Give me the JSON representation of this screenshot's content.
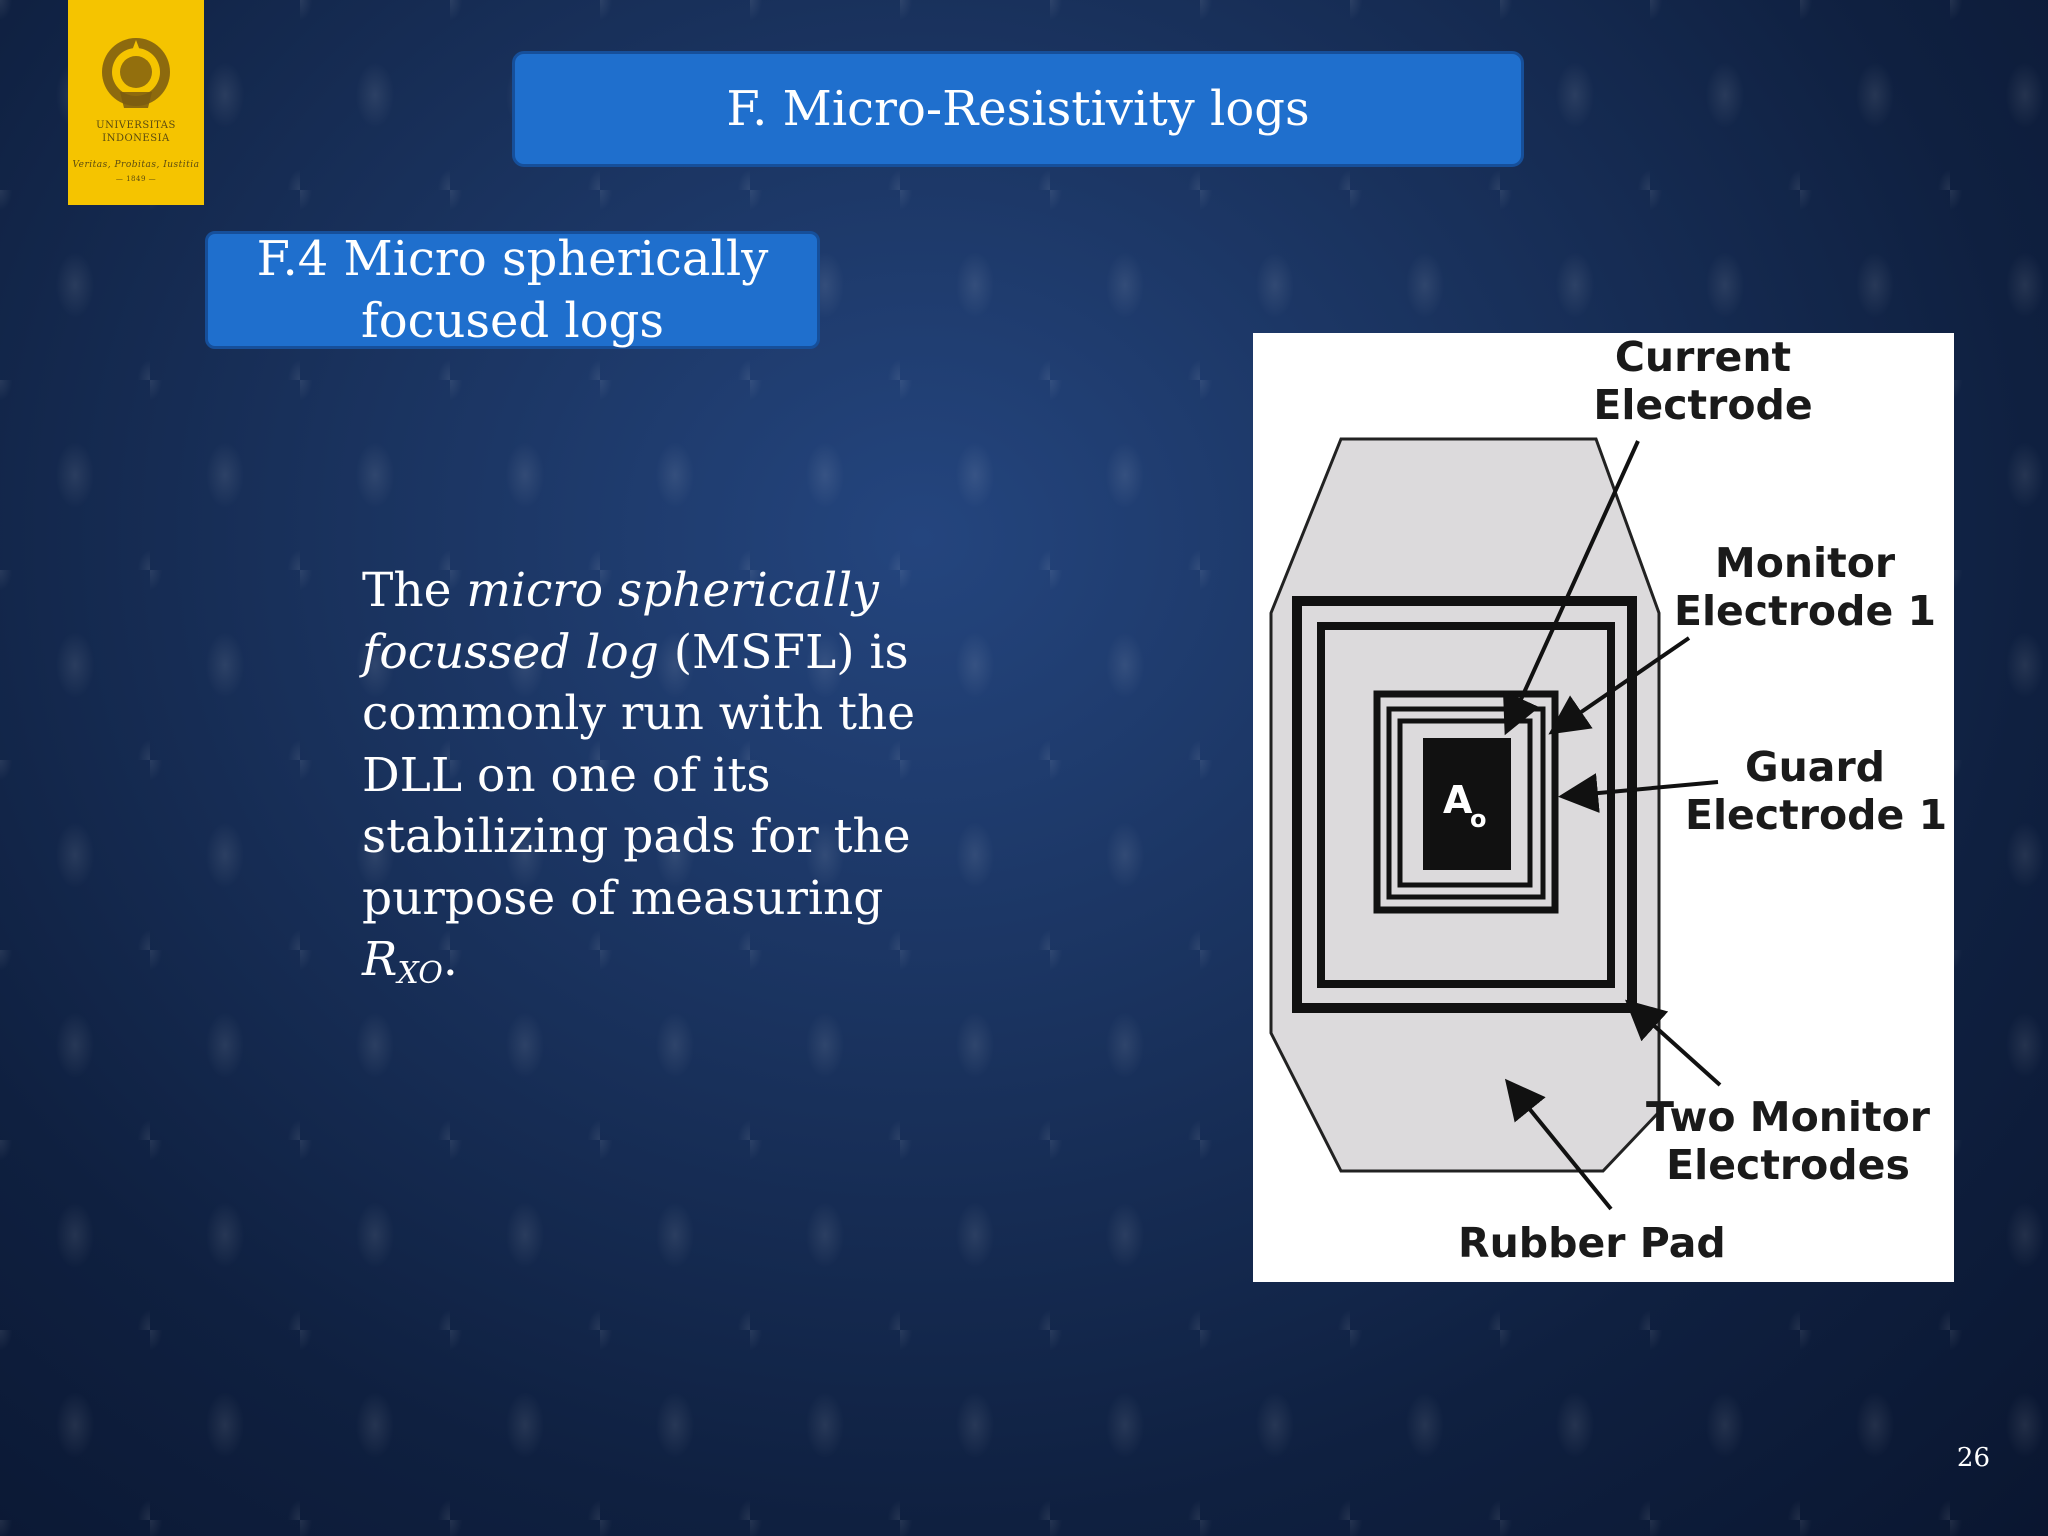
{
  "logo": {
    "line1": "UNIVERSITAS",
    "line2": "INDONESIA",
    "line3": "Veritas, Probitas, Iustitia",
    "line4": "— 1849 —"
  },
  "slide": {
    "title": "F. Micro-Resistivity logs",
    "subtitle_line1": "F.4 Micro spherically",
    "subtitle_line2": "focused logs",
    "page_number": "26"
  },
  "body": {
    "t1": "The ",
    "t2": "micro spherically focussed log",
    "t3": " (MSFL) is commonly run with the DLL on one of its stabilizing pads for the purpose of measuring ",
    "t4": "R",
    "t5": "XO",
    "t6": "."
  },
  "figure": {
    "current_electrode_1": "Current",
    "current_electrode_2": "Electrode",
    "monitor_electrode_1": "Monitor",
    "monitor_electrode_2": "Electrode 1",
    "guard_electrode_1": "Guard",
    "guard_electrode_2": "Electrode 1",
    "two_monitor_1": "Two Monitor",
    "two_monitor_2": "Electrodes",
    "rubber_pad": "Rubber Pad",
    "ao_main": "A",
    "ao_sub": "o"
  },
  "colors": {
    "title_box": "#1f6fcd",
    "logo_yellow": "#f5c400",
    "pad_gray": "#dcdadc"
  }
}
